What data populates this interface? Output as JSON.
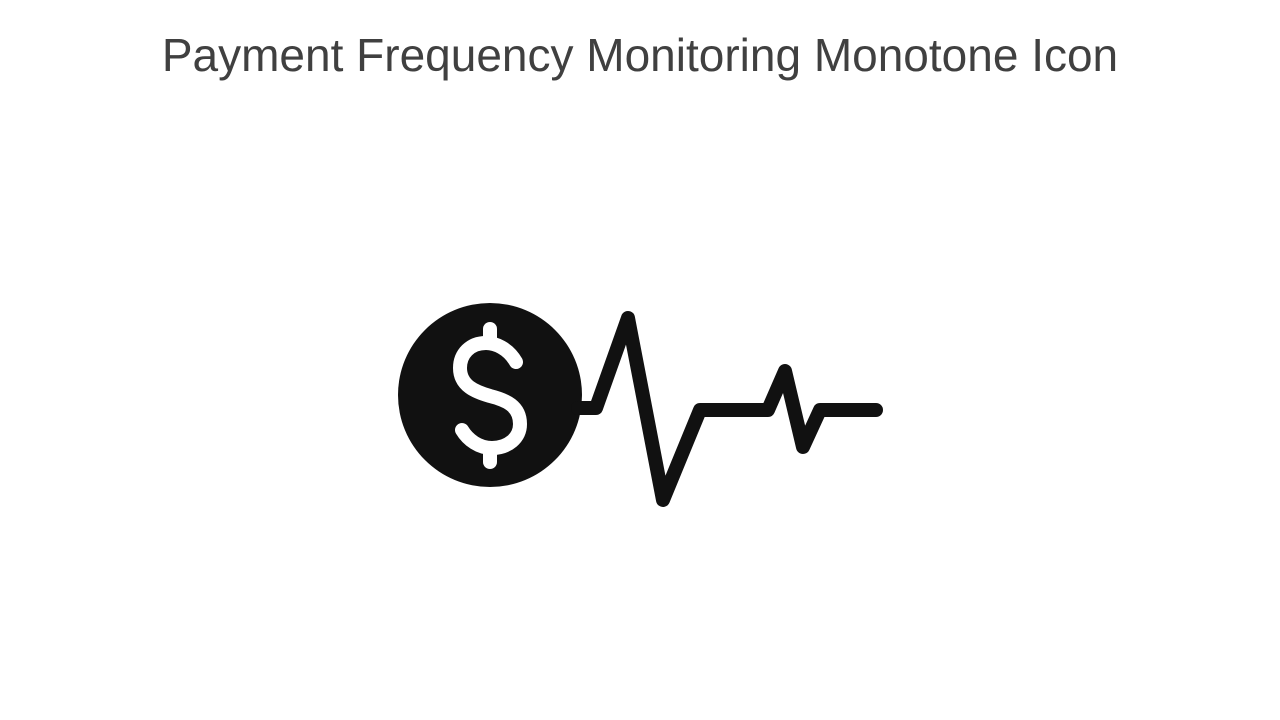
{
  "slide": {
    "title": "Payment Frequency Monitoring Monotone Icon"
  },
  "icon": {
    "name": "dollar-heartbeat-icon",
    "parts": [
      "dollar-coin",
      "pulse-line"
    ],
    "fill_color": "#111111",
    "symbol": "$"
  }
}
